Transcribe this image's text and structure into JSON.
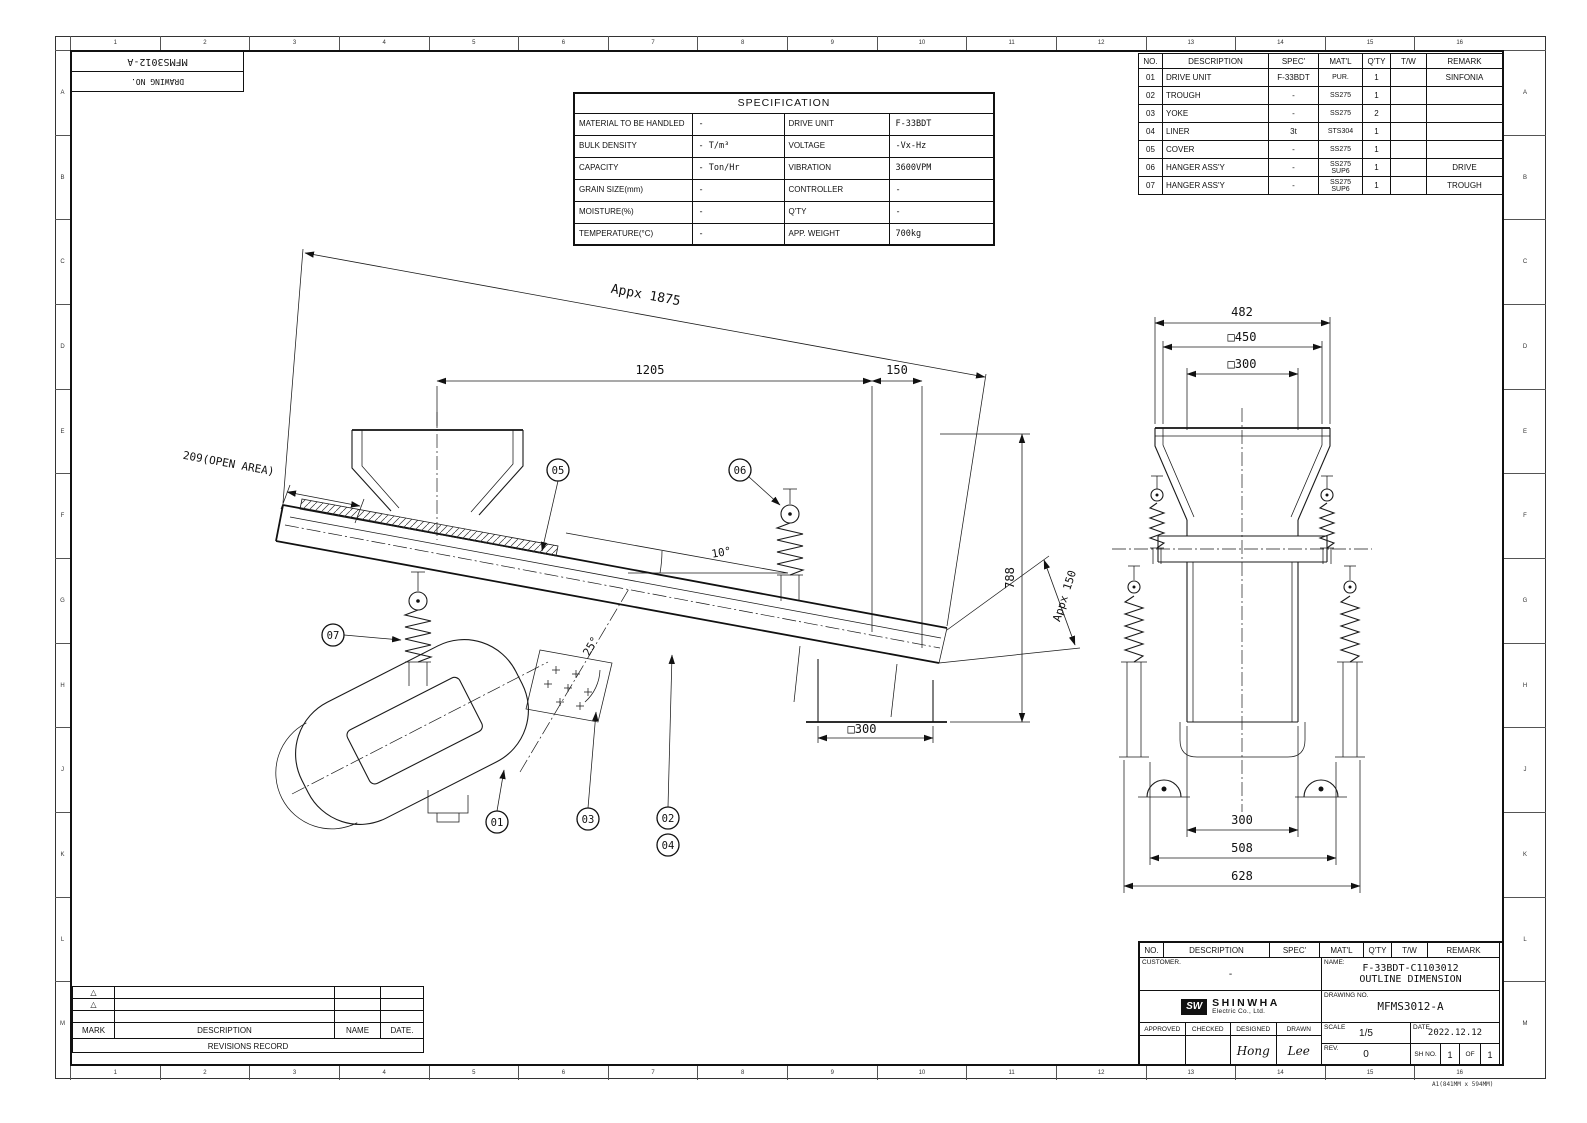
{
  "sheet": {
    "drawing_no_box": {
      "value": "MFMS3012-A",
      "label": "DRAWING NO."
    },
    "sheet_note": "A1(841MM x 594MM)",
    "border_columns": [
      "1",
      "2",
      "3",
      "4",
      "5",
      "6",
      "7",
      "8",
      "9",
      "10",
      "11",
      "12",
      "13",
      "14",
      "15",
      "16"
    ],
    "border_rows": [
      "A",
      "B",
      "C",
      "D",
      "E",
      "F",
      "G",
      "H",
      "J",
      "K",
      "L",
      "M"
    ]
  },
  "spec_table": {
    "title": "SPECIFICATION",
    "rows": [
      {
        "l": "MATERIAL TO BE HANDLED",
        "lv": "-",
        "r": "DRIVE UNIT",
        "rv": "F-33BDT"
      },
      {
        "l": "BULK DENSITY",
        "lv": "- T/m³",
        "r": "VOLTAGE",
        "rv": "-Vx-Hz"
      },
      {
        "l": "CAPACITY",
        "lv": "- Ton/Hr",
        "r": "VIBRATION",
        "rv": "3600VPM"
      },
      {
        "l": "GRAIN SIZE(mm)",
        "lv": "-",
        "r": "CONTROLLER",
        "rv": "-"
      },
      {
        "l": "MOISTURE(%)",
        "lv": "-",
        "r": "Q'TY",
        "rv": "-"
      },
      {
        "l": "TEMPERATURE(°C)",
        "lv": "-",
        "r": "APP. WEIGHT",
        "rv": "700kg"
      }
    ]
  },
  "parts": {
    "headers": [
      "NO.",
      "DESCRIPTION",
      "SPEC'",
      "MAT'L",
      "Q'TY",
      "T/W",
      "REMARK"
    ],
    "rows": [
      {
        "no": "01",
        "desc": "DRIVE UNIT",
        "spec": "F-33BDT",
        "matl": "PUR.",
        "qty": "1",
        "tw": "",
        "remark": "SINFONIA"
      },
      {
        "no": "02",
        "desc": "TROUGH",
        "spec": "-",
        "matl": "SS275",
        "qty": "1",
        "tw": "",
        "remark": ""
      },
      {
        "no": "03",
        "desc": "YOKE",
        "spec": "-",
        "matl": "SS275",
        "qty": "2",
        "tw": "",
        "remark": ""
      },
      {
        "no": "04",
        "desc": "LINER",
        "spec": "3t",
        "matl": "STS304",
        "qty": "1",
        "tw": "",
        "remark": ""
      },
      {
        "no": "05",
        "desc": "COVER",
        "spec": "-",
        "matl": "SS275",
        "qty": "1",
        "tw": "",
        "remark": ""
      },
      {
        "no": "06",
        "desc": "HANGER ASS'Y",
        "spec": "-",
        "matl": "SS275\nSUP6",
        "qty": "1",
        "tw": "",
        "remark": "DRIVE"
      },
      {
        "no": "07",
        "desc": "HANGER ASS'Y",
        "spec": "-",
        "matl": "SS275\nSUP6",
        "qty": "1",
        "tw": "",
        "remark": "TROUGH"
      }
    ]
  },
  "title_block": {
    "customer_label": "CUSTOMER.",
    "customer_value": "-",
    "name_label": "NAME:",
    "name_line1": "F-33BDT-C1103012",
    "name_line2": "OUTLINE DIMENSION",
    "logo": "SW",
    "company": "SHINWHA",
    "company_sub": "Electric Co., Ltd.",
    "drawing_no_label": "DRAWING NO.",
    "drawing_no": "MFMS3012-A",
    "sign_labels": [
      "APPROVED",
      "CHECKED",
      "DESIGNED",
      "DRAWN"
    ],
    "signatures": [
      "",
      "",
      "Hong",
      "Lee"
    ],
    "scale_label": "SCALE",
    "scale": "1/5",
    "date_label": "DATE",
    "date": "2022.12.12",
    "rev_label": "REV.",
    "rev": "0",
    "sheet_label": "SH NO.",
    "sheet_no": "1",
    "of_label": "OF",
    "sheet_total": "1"
  },
  "revisions": {
    "marks": [
      "△",
      "△"
    ],
    "mark_label": "MARK",
    "description_label": "DESCRIPTION",
    "name_label": "NAME",
    "date_label": "DATE.",
    "record_label": "REVISIONS RECORD"
  },
  "balloons": [
    "01",
    "02",
    "03",
    "04",
    "05",
    "06",
    "07"
  ],
  "dims": {
    "overall": "Appx 1875",
    "len1205": "1205",
    "len150": "150",
    "open_area": "209(OPEN AREA)",
    "h788": "788",
    "appx150": "Appx 150",
    "sq300": "□300",
    "a10": "10°",
    "a25": "25°",
    "f482": "482",
    "f450": "□450",
    "f300t": "□300",
    "f300b": "300",
    "f508": "508",
    "f628": "628"
  }
}
